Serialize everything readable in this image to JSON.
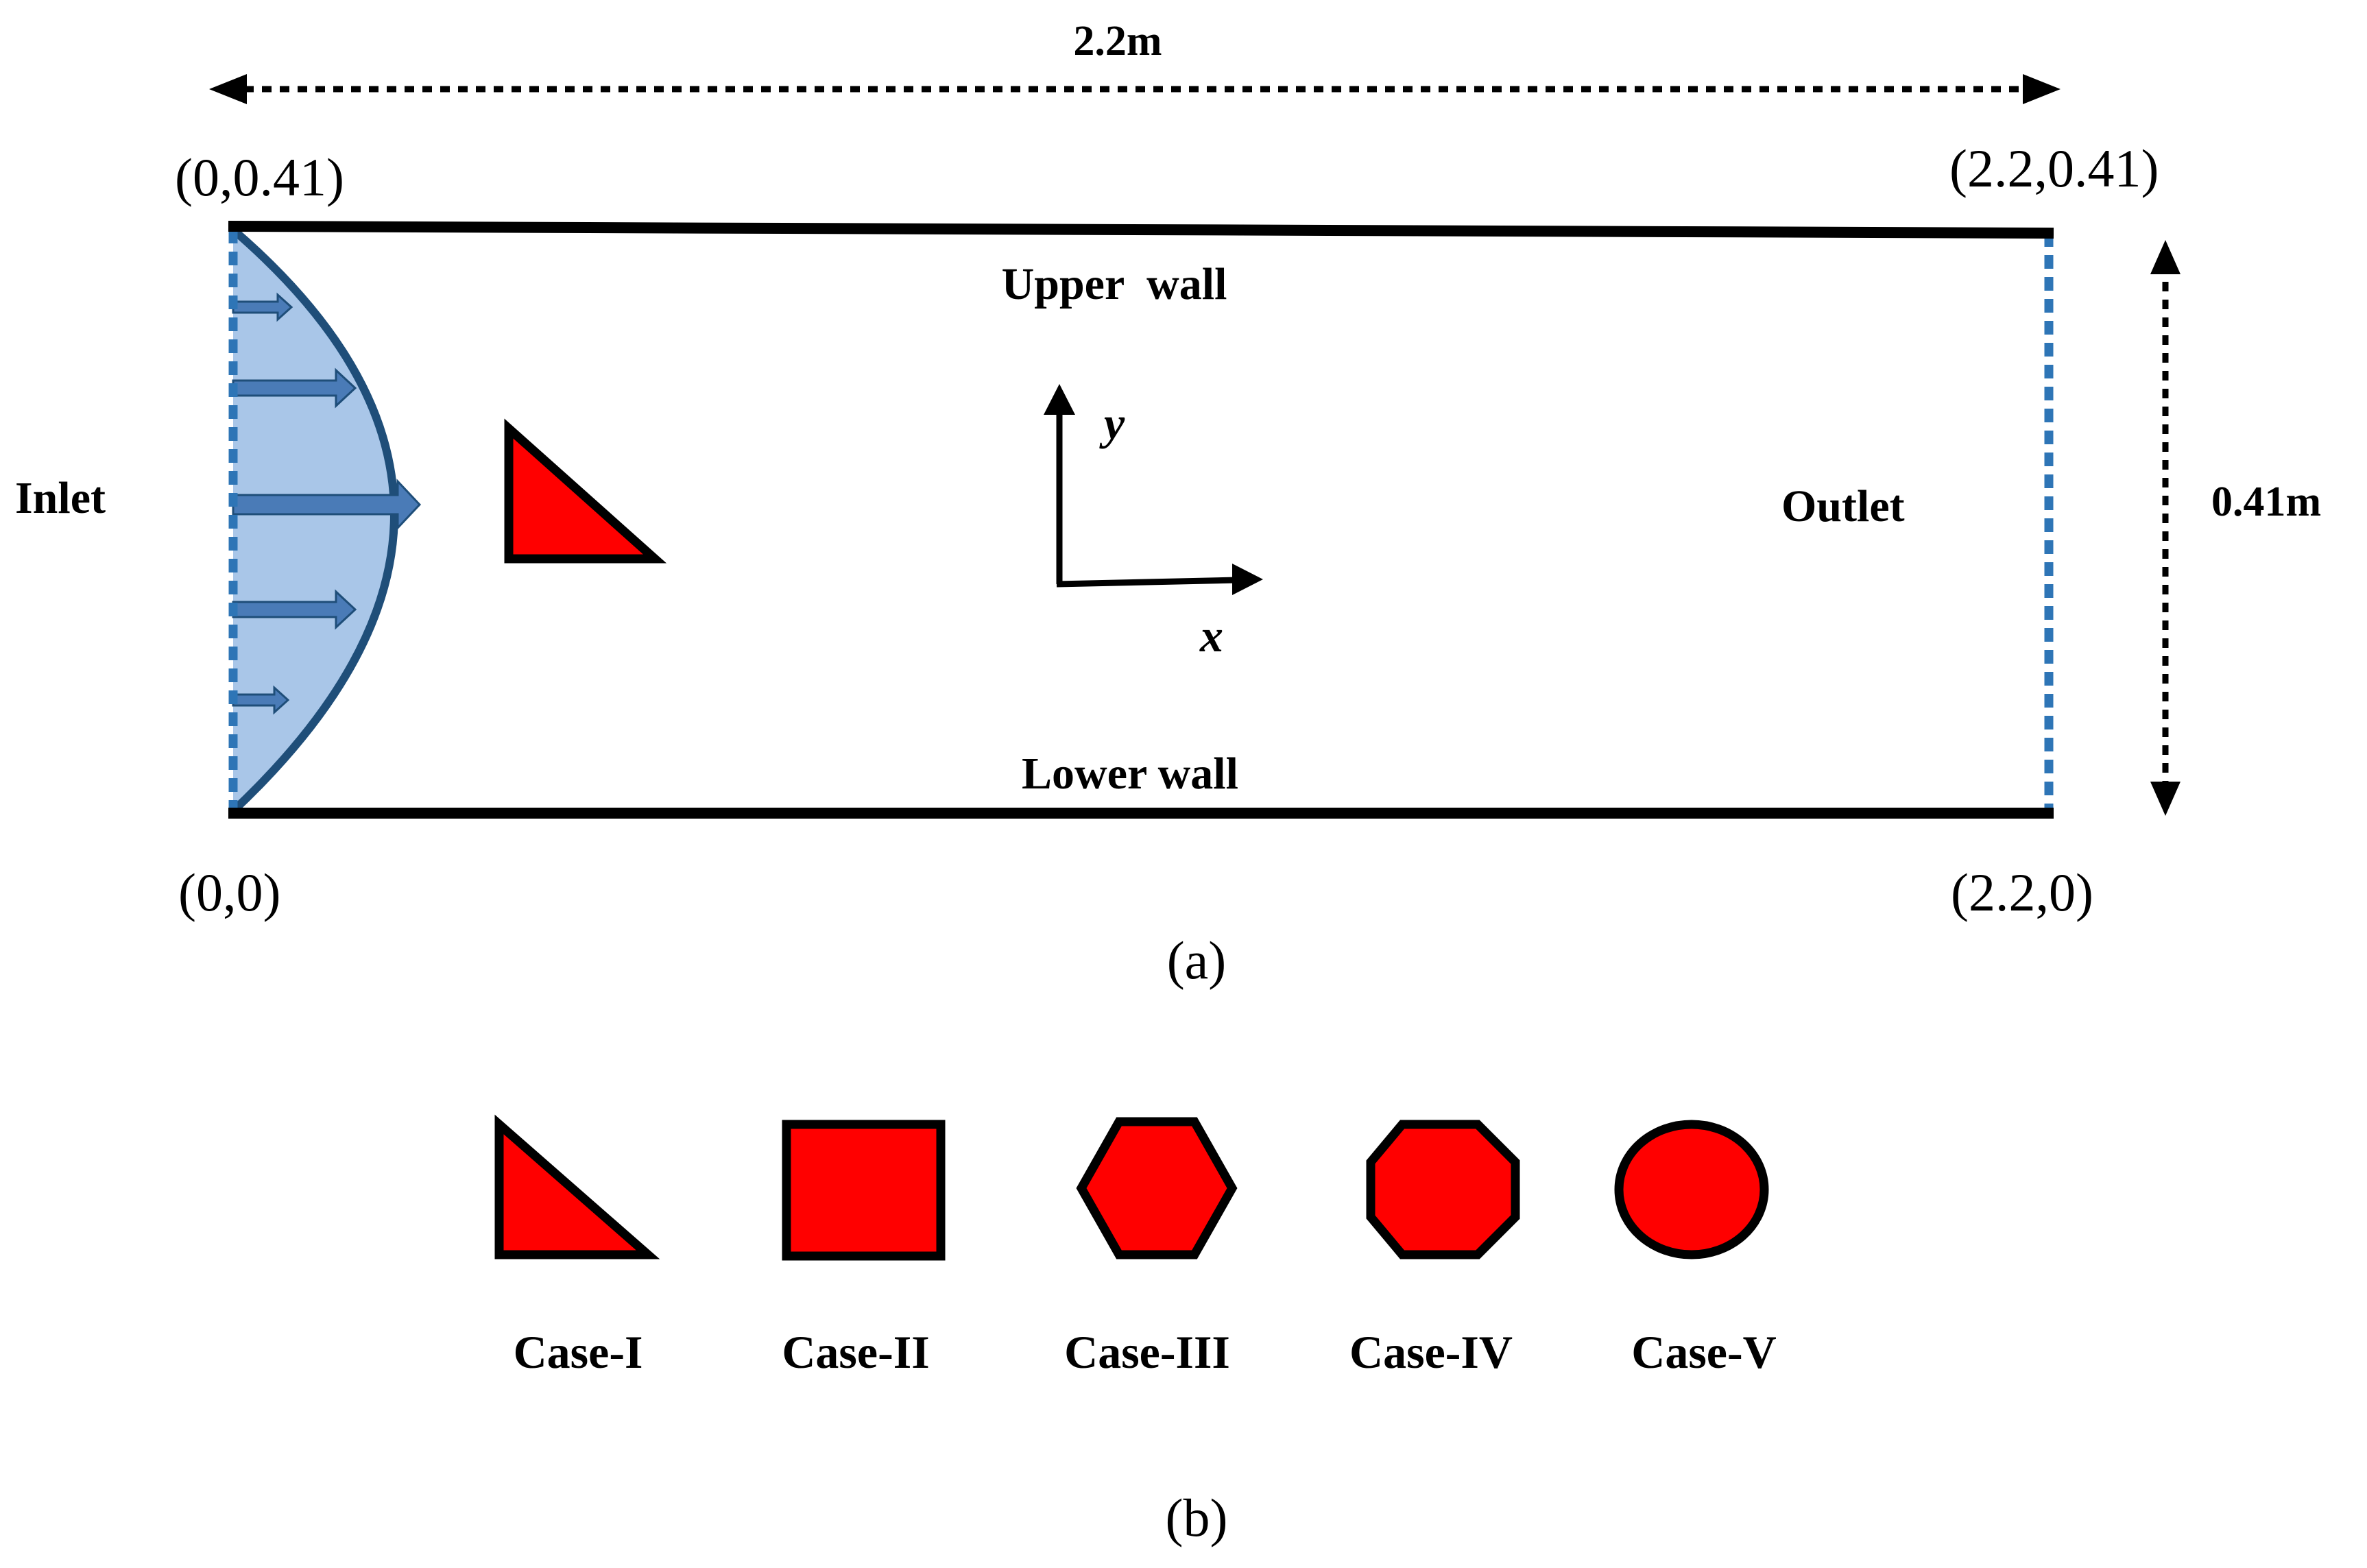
{
  "panel_a": {
    "width_dimension": "2.2m",
    "height_dimension": "0.41m",
    "corner_top_left": "(0,0.41)",
    "corner_top_right": "(2.2,0.41)",
    "corner_bottom_left": "(0,0)",
    "corner_bottom_right": "(2.2,0)",
    "upper_wall": "Upper  wall",
    "lower_wall": "Lower wall",
    "inlet": "Inlet",
    "outlet": "Outlet",
    "axis_x": "x",
    "axis_y": "y",
    "caption": "(a)"
  },
  "panel_b": {
    "cases": [
      {
        "label": "Case-I",
        "shape": "right-triangle"
      },
      {
        "label": "Case-II",
        "shape": "square"
      },
      {
        "label": "Case-III",
        "shape": "hexagon"
      },
      {
        "label": "Case-IV",
        "shape": "octagon"
      },
      {
        "label": "Case-V",
        "shape": "circle"
      }
    ],
    "caption": "(b)"
  },
  "colors": {
    "obstacle_fill": "#ff0000",
    "outline": "#000000",
    "inflow_fill": "#a9c6e8",
    "inflow_stroke": "#1f4e79",
    "arrow_fill": "#4a7bb7",
    "boundary_dash": "#2e75b6"
  }
}
